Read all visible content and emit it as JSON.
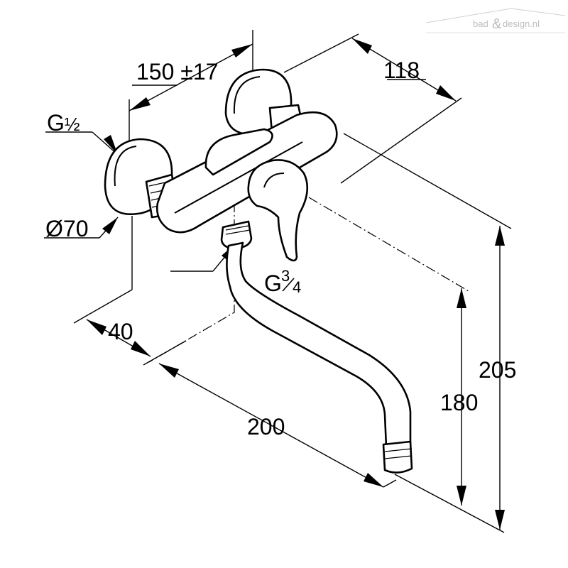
{
  "watermark": {
    "text_left": "bad",
    "text_amp": "&",
    "text_right": "design.nl"
  },
  "dimensions": {
    "center_distance": "150 ±17",
    "depth": "118",
    "thread_inlet_main": "G",
    "thread_inlet_frac": "½",
    "rosette_diameter": "Ø70",
    "thread_outlet_main": "G",
    "thread_outlet_num": "3",
    "thread_outlet_den": "4",
    "offset": "40",
    "spout_reach": "200",
    "spout_height": "180",
    "total_height": "205"
  },
  "colors": {
    "line": "#000000",
    "watermark": "#bdbdbd",
    "background": "#ffffff"
  }
}
